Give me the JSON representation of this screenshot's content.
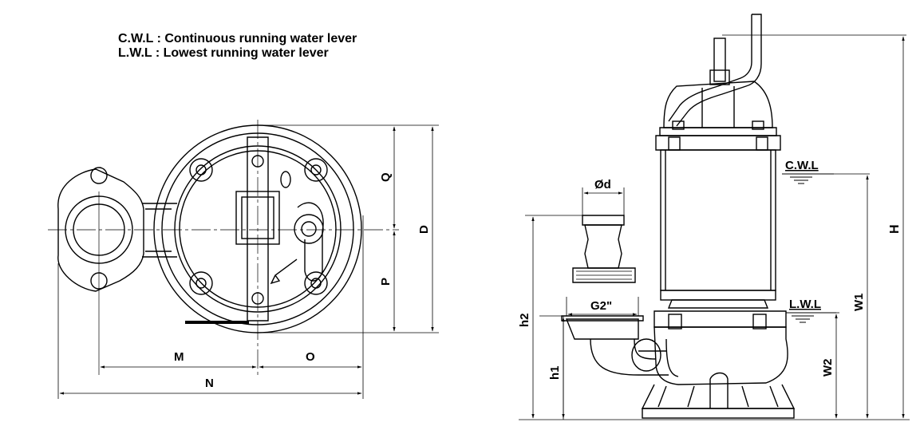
{
  "legend": {
    "cwl_line": "C.W.L : Continuous running water lever",
    "lwl_line": "L.W.L :  Lowest running water lever"
  },
  "top_view": {
    "dims": {
      "Q": "Q",
      "P": "P",
      "D": "D",
      "M": "M",
      "O": "O",
      "N": "N"
    }
  },
  "side_view": {
    "dims": {
      "phi_d": "Ød",
      "G2": "G2\"",
      "CWL": "C.W.L",
      "LWL": "L.W.L",
      "H": "H",
      "W1": "W1",
      "W2": "W2",
      "h1": "h1",
      "h2": "h2"
    }
  },
  "colors": {
    "line": "#000000",
    "background": "#ffffff"
  }
}
